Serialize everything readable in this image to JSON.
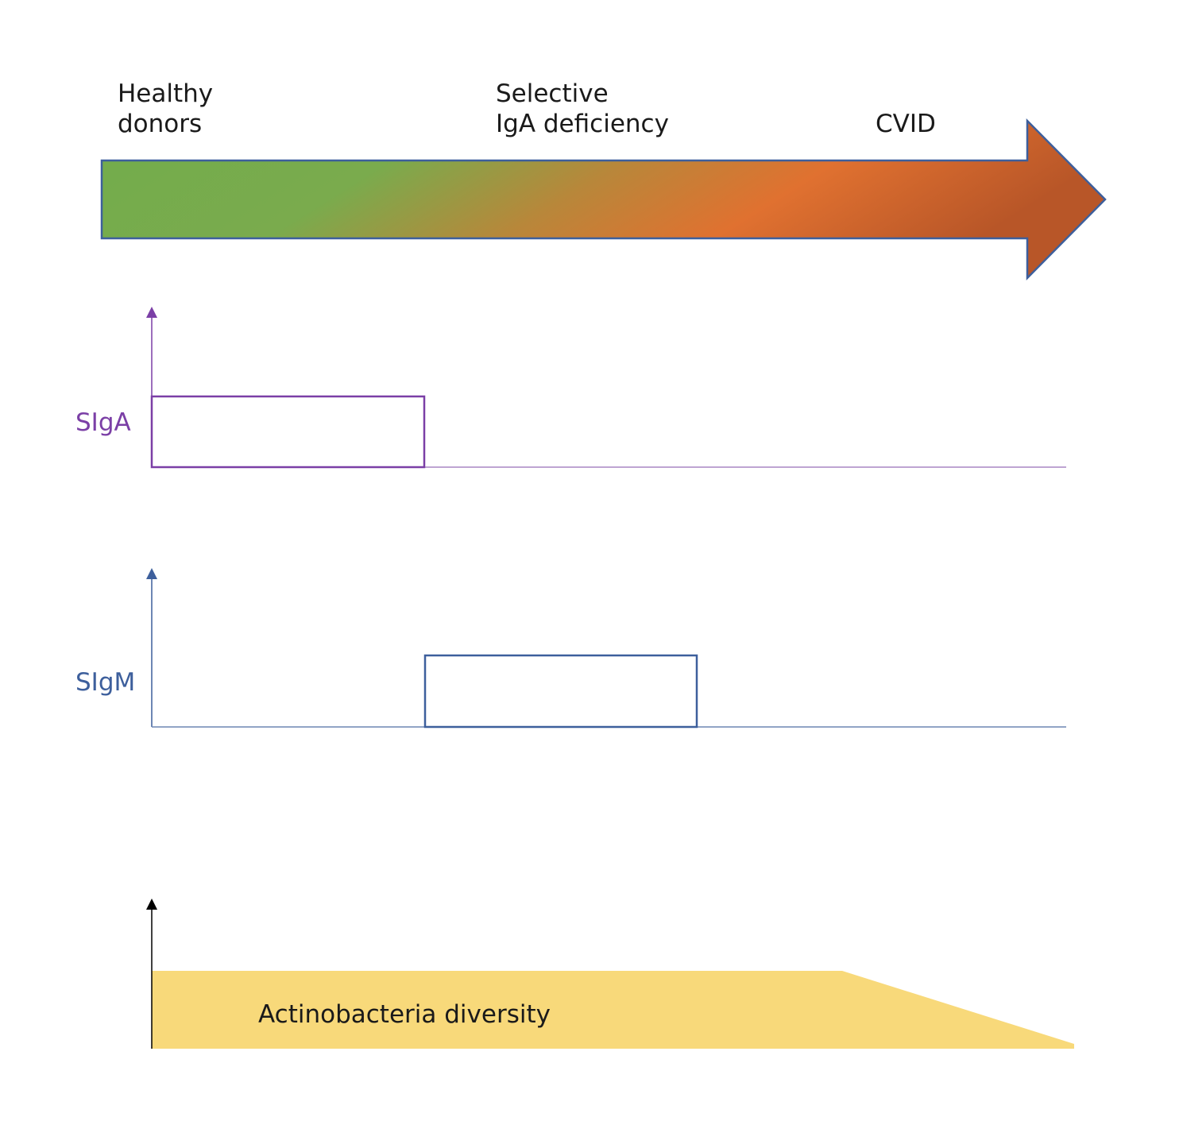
{
  "stages": {
    "healthy": [
      "Healthy",
      "donors"
    ],
    "selective": [
      "Selective",
      "IgA deficiency"
    ],
    "cvid": "CVID"
  },
  "panels": {
    "siga": {
      "label": "SIgA"
    },
    "sigm": {
      "label": "SIgM"
    },
    "diversity": {
      "label": "Actinobacteria diversity"
    }
  },
  "colors": {
    "arrow_start": "#72ac4c",
    "arrow_mid": "#e07130",
    "arrow_end": "#c0582a",
    "arrow_outline": "#3d5f9c",
    "siga": "#7b3fa6",
    "sigm": "#3d5f9c",
    "diversity_fill": "#f8d97a",
    "axis_black": "#000000"
  }
}
